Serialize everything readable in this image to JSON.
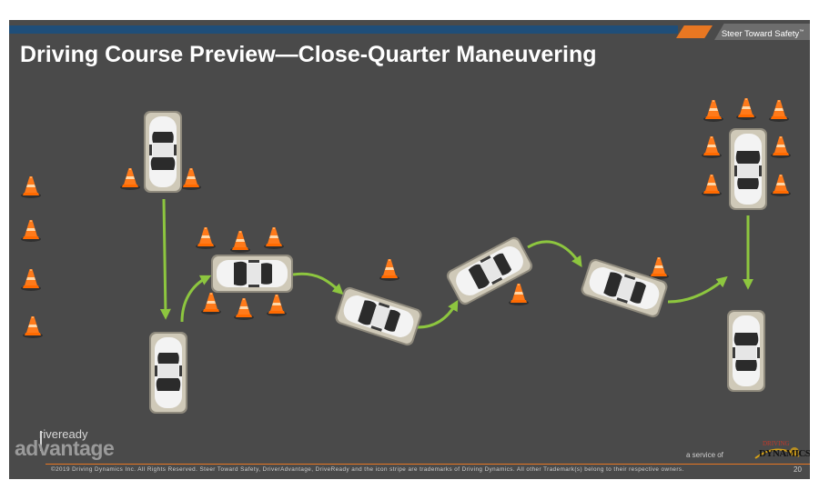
{
  "header": {
    "tagline": "Steer Toward Safety",
    "tagline_mark": "™",
    "title": "Driving Course Preview—Close-Quarter Maneuvering"
  },
  "logo": {
    "line1": "riveready",
    "line2": "advantage"
  },
  "service": {
    "label": "a service of",
    "brand_top": "DRIVING",
    "brand_bottom": "DYNAMICS"
  },
  "footer": {
    "copyright": "©2019 Driving Dynamics Inc. All Rights Reserved. Steer Toward Safety, DriverAdvantage, DriveReady and the icon stripe are trademarks of Driving Dynamics. All other Trademark(s) belong to their respective owners.",
    "page_number": "20"
  },
  "colors": {
    "background": "#4a4a4a",
    "accent_orange": "#e87722",
    "accent_blue": "#1f4e79",
    "path_green": "#8dc63f",
    "cone_orange": "#ff7a1a",
    "car_white": "#f2f2f2"
  },
  "icons": [
    "traffic-cone-icon",
    "car-icon",
    "arrow-icon"
  ]
}
